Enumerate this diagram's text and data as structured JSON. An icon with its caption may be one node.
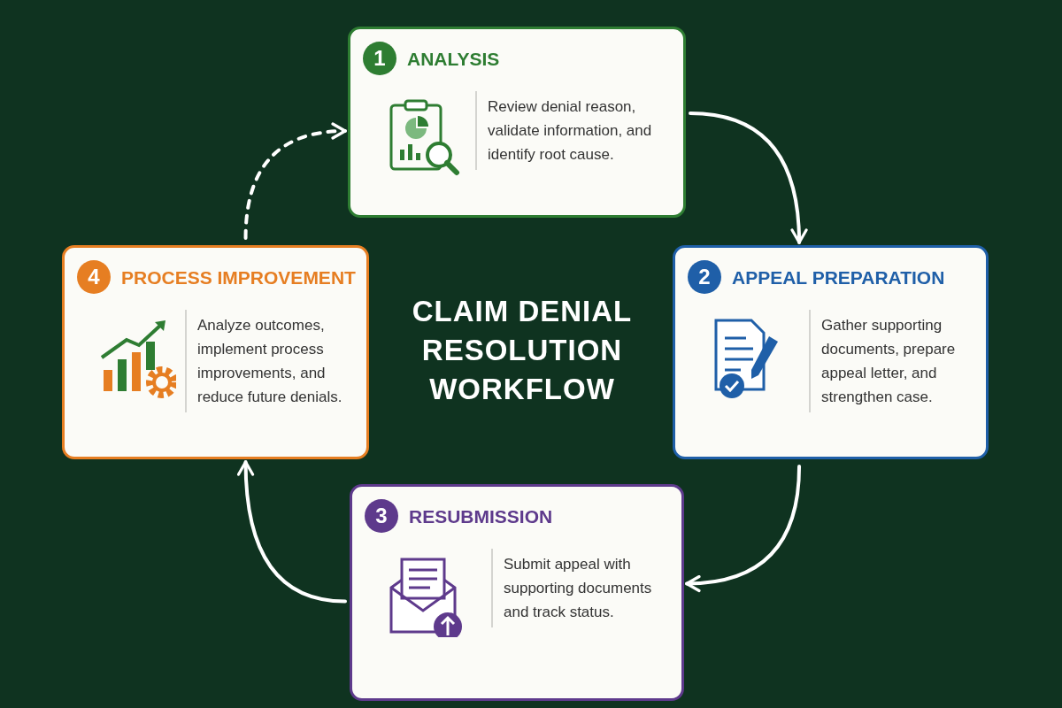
{
  "diagram": {
    "title": "CLAIM DENIAL RESOLUTION WORKFLOW",
    "nodes": [
      {
        "text": [
          "1",
          "ANALYSIS",
          "Review denial reason, validate information, and identify root cause."
        ]
      },
      {
        "text": [
          "2",
          "APPEAL PREPARATION",
          "Gather supporting documents, prepare appeal letter, and strengthen case."
        ]
      },
      {
        "text": [
          "3",
          "RESUBMISSION",
          "Submit appeal with supporting documents and track status."
        ]
      },
      {
        "text": [
          "4",
          "PROCESS IMPROVEMENT",
          "Analyze outcomes, implement process improvements, and reduce future denials."
        ]
      }
    ],
    "edges": [
      {
        "from": 0,
        "to": 1,
        "arrow": "to"
      },
      {
        "from": 1,
        "to": 2,
        "arrow": "to"
      },
      {
        "from": 2,
        "to": 3,
        "arrow": "to"
      },
      {
        "from": 3,
        "to": 0,
        "arrow": "to",
        "style": "dashed"
      }
    ]
  }
}
